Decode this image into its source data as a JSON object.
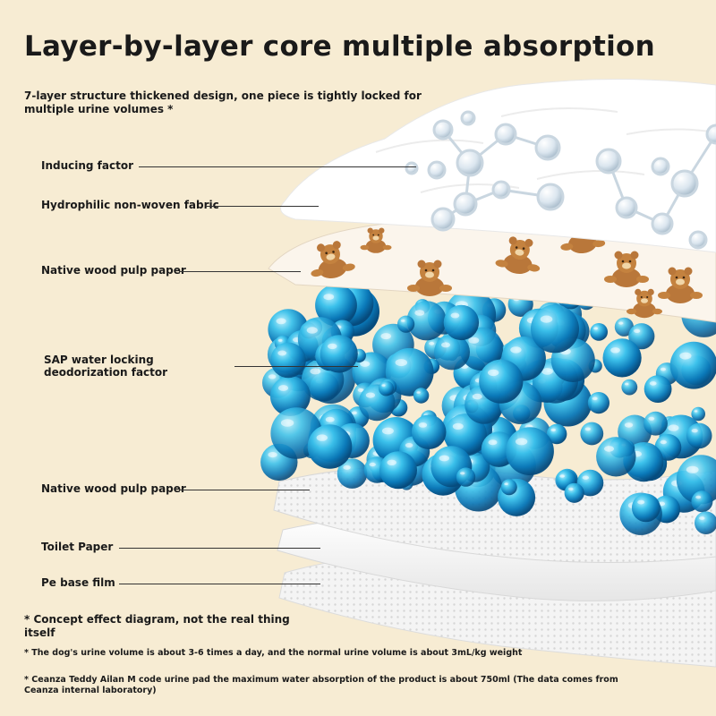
{
  "title": "Layer-by-layer core multiple absorption",
  "subtitle": "7-layer structure thickened design, one piece is tightly locked for multiple urine volumes *",
  "layers": [
    {
      "label": "Inducing factor"
    },
    {
      "label": "Hydrophilic non-woven fabric"
    },
    {
      "label": "Native wood pulp paper"
    },
    {
      "label": "SAP water locking deodorization factor"
    },
    {
      "label": "Native wood pulp paper"
    },
    {
      "label": "Toilet Paper"
    },
    {
      "label": "Pe base film"
    }
  ],
  "notes": {
    "concept": "* Concept effect diagram, not the real thing itself",
    "urine": "* The dog's urine volume is about 3-6 times a day, and the normal urine volume is about 3mL/kg weight",
    "absorption": "* Ceanza Teddy Ailan M code urine pad the maximum water absorption of the product is about 750ml (The data comes from Ceanza internal laboratory)"
  },
  "colors": {
    "background": "#f7ecd3",
    "sap_blue": "#1a9fd6",
    "bear_brown": "#b9773a"
  }
}
